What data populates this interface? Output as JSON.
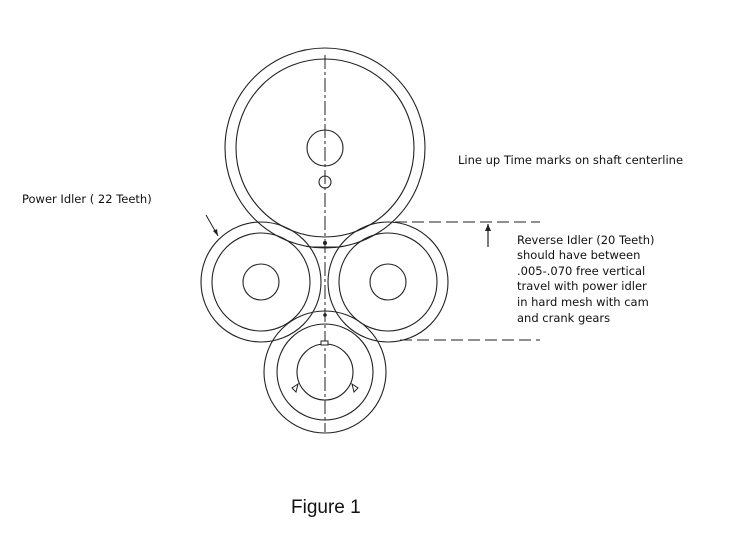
{
  "labels": {
    "timing_note": "Line up Time marks on shaft centerline",
    "power_idler": "Power Idler ( 22 Teeth)",
    "reverse_idler_lines": [
      "Reverse Idler (20 Teeth)",
      "should have between",
      ".005-.070 free vertical",
      "travel with power idler",
      "in hard mesh with cam",
      "and crank gears"
    ]
  },
  "caption": "Figure 1"
}
